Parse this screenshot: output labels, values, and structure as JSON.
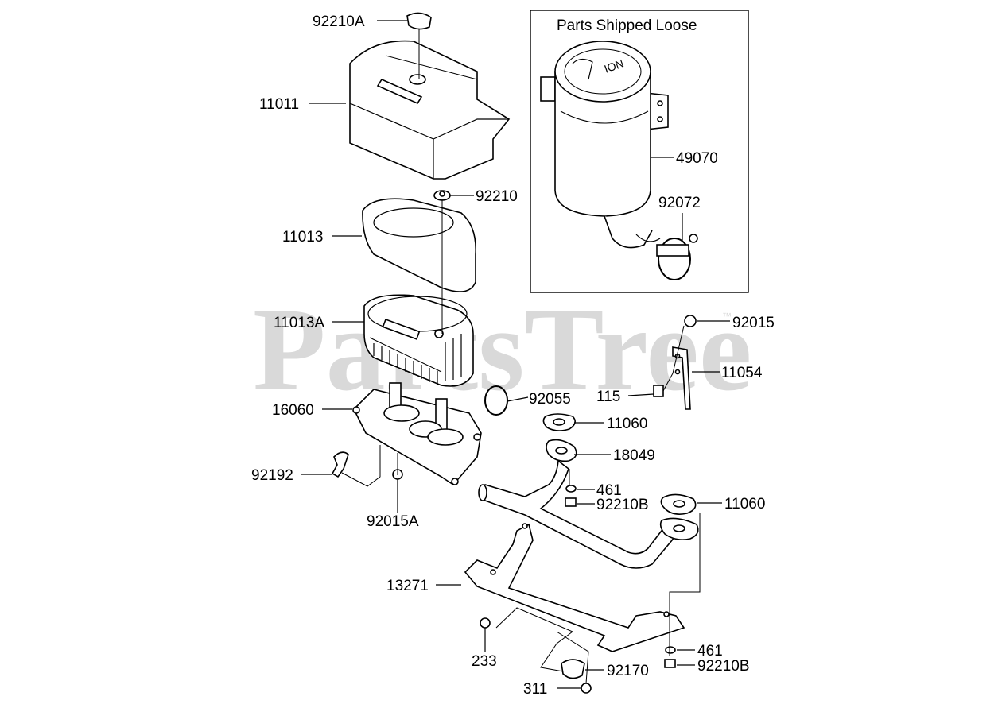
{
  "watermark": "PartsTree",
  "trademark": "™",
  "box_title": "Parts Shipped Loose",
  "labels": {
    "p92210A": "92210A",
    "p11011": "11011",
    "p92210": "92210",
    "p11013": "11013",
    "p11013A": "11013A",
    "p16060": "16060",
    "p92055": "92055",
    "p92192": "92192",
    "p92015A": "92015A",
    "p49070": "49070",
    "p92072": "92072",
    "p92015": "92015",
    "p11054": "11054",
    "p115": "115",
    "p11060a": "11060",
    "p18049": "18049",
    "p461a": "461",
    "p92210Ba": "92210B",
    "p11060b": "11060",
    "p13271": "13271",
    "p233": "233",
    "p92170": "92170",
    "p311": "311",
    "p461b": "461",
    "p92210Bb": "92210B"
  }
}
